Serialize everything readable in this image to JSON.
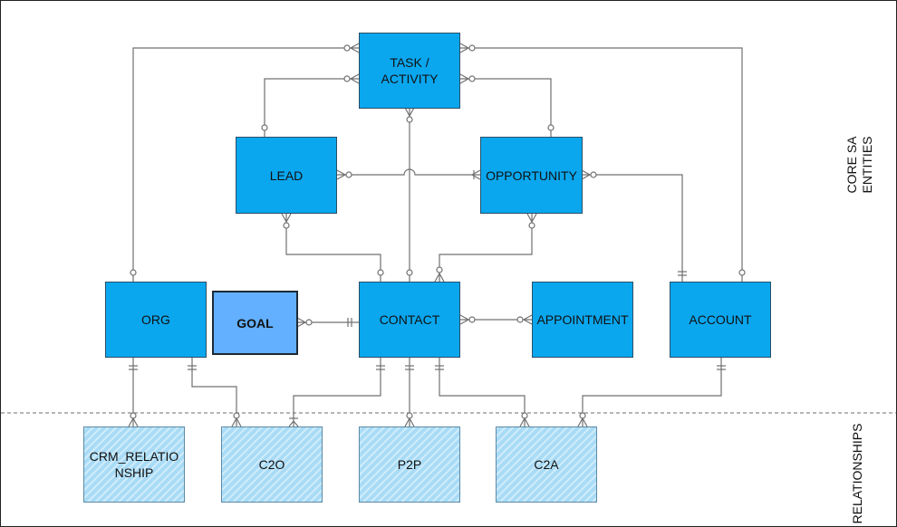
{
  "entities": {
    "task_activity": "TASK /\nACTIVITY",
    "lead": "LEAD",
    "opportunity": "OPPORTUNITY",
    "org": "ORG",
    "goal": "GOAL",
    "contact": "CONTACT",
    "appointment": "APPOINTMENT",
    "account": "ACCOUNT",
    "crm_relationship": "CRM_RELATIO\nNSHIP",
    "c2o": "C2O",
    "p2p": "P2P",
    "c2a": "C2A"
  },
  "sections": {
    "core": "CORE SA\nENTITIES",
    "relationships": "RELATIONSHIPS"
  },
  "colors": {
    "entity": "#0aa7ef",
    "goal": "#62b0ff",
    "relationship": "#a8dbf6",
    "line": "#6d6d6d"
  }
}
